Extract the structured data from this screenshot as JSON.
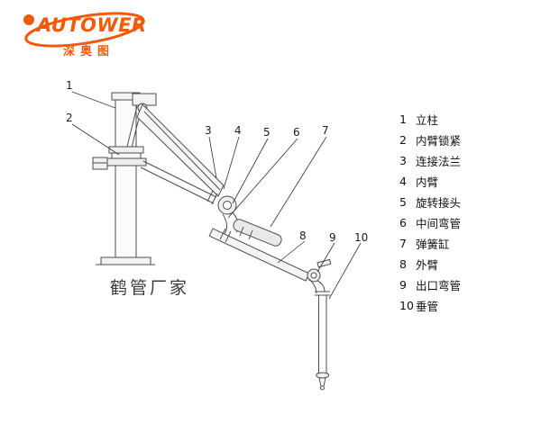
{
  "logo": {
    "brand": "AUTOWER",
    "sub": "深奥图",
    "color": "#f05a0a"
  },
  "watermark": "鹤管厂家",
  "callouts": [
    "1",
    "2",
    "3",
    "4",
    "5",
    "6",
    "7",
    "8",
    "9",
    "10"
  ],
  "legend": {
    "items": [
      {
        "num": "1",
        "label": "立柱"
      },
      {
        "num": "2",
        "label": "内臂锁紧"
      },
      {
        "num": "3",
        "label": "连接法兰"
      },
      {
        "num": "4",
        "label": "内臂"
      },
      {
        "num": "5",
        "label": "旋转接头"
      },
      {
        "num": "6",
        "label": "中间弯管"
      },
      {
        "num": "7",
        "label": "弹簧缸"
      },
      {
        "num": "8",
        "label": "外臂"
      },
      {
        "num": "9",
        "label": "出口弯管"
      },
      {
        "num": "10",
        "label": "垂管"
      }
    ]
  }
}
